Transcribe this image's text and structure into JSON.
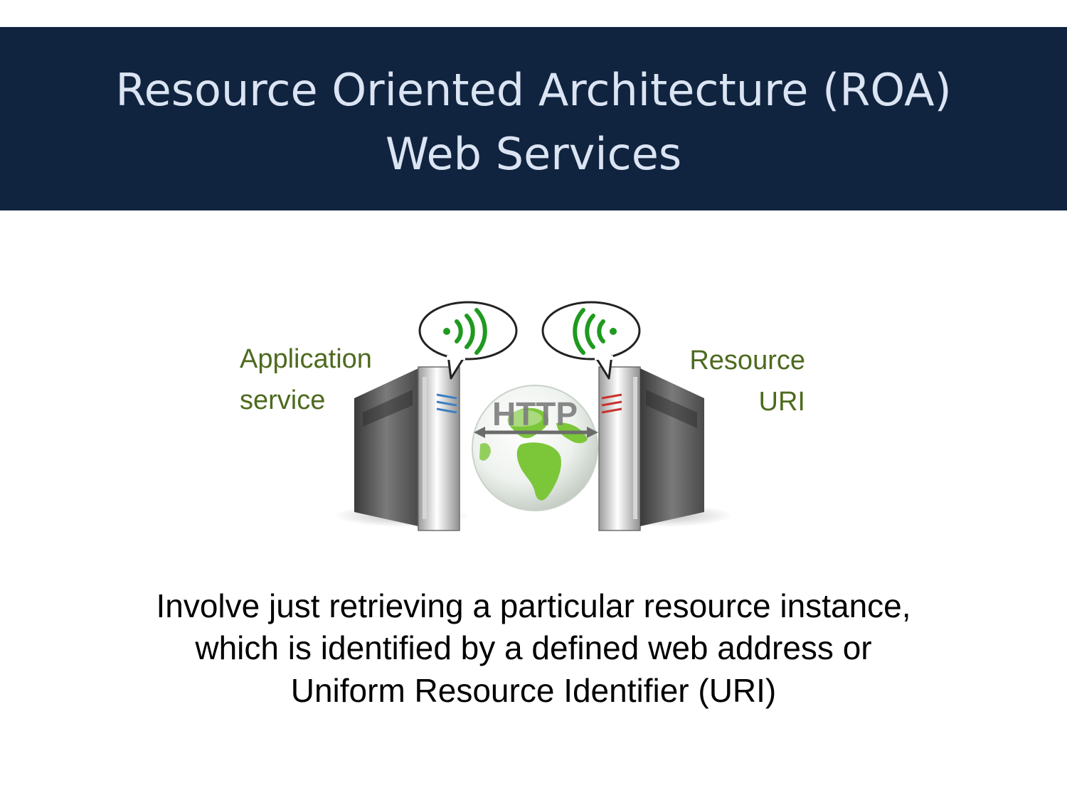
{
  "slide": {
    "title_line1": "Resource Oriented Architecture (ROA)",
    "title_line2": "Web Services"
  },
  "diagram": {
    "left_label_line1": "Application",
    "left_label_line2": "service",
    "right_label_line1": "Resource",
    "right_label_line2": "URI",
    "protocol_label": "HTTP",
    "colors": {
      "label": "#4e6a1f",
      "signal": "#1f9a1f",
      "left_stripes": "#3b7fc4",
      "right_stripes": "#c8322c",
      "globe_land": "#7cc63a"
    }
  },
  "caption": {
    "line1": "Involve just retrieving a particular resource instance,",
    "line2": "which is identified by a defined web address or",
    "line3": "Uniform Resource Identifier  (URI)"
  }
}
